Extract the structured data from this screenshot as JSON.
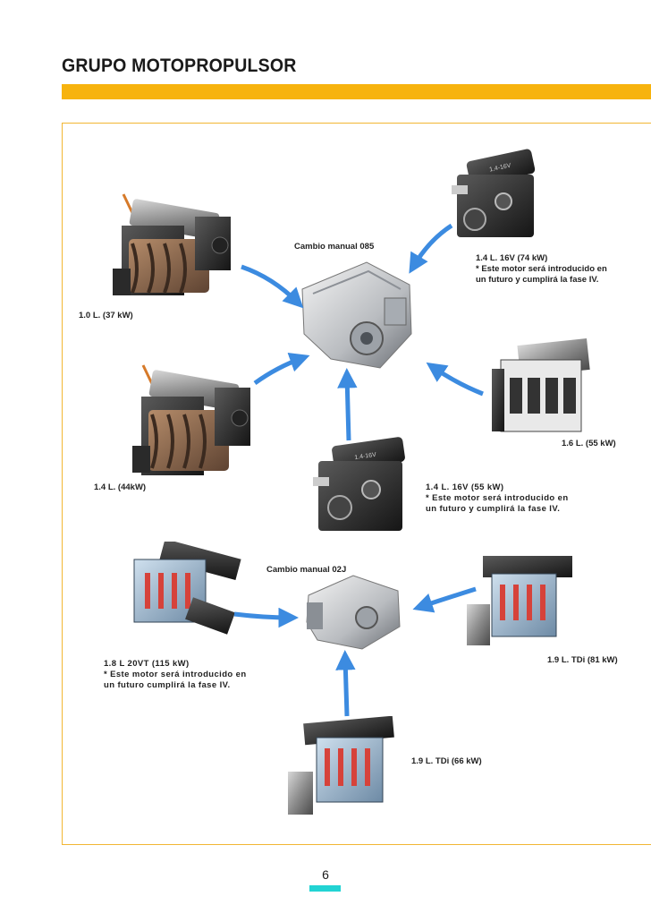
{
  "header": {
    "title": "GRUPO MOTOPROPULSOR"
  },
  "colors": {
    "accent_bar": "#f7b30e",
    "frame": "#f2b633",
    "arrow": "#3c8be0",
    "page_marker": "#22d3d3"
  },
  "upper_section": {
    "gearbox_label": "Cambio manual 085",
    "engines": {
      "e10": {
        "name": "1.0 L. (37 kW)"
      },
      "e14_44": {
        "name": "1.4 L. (44kW)"
      },
      "e14_74": {
        "name": "1.4 L. 16V (74 kW)",
        "note_line1": "* Este motor será introducido en",
        "note_line2": "un futuro y cumplirá la fase IV."
      },
      "e16": {
        "name": "1.6 L.  (55 kW)"
      },
      "e14_55": {
        "name": "1.4 L. 16V (55 kW)",
        "note_line1": "* Este motor será introducido en",
        "note_line2": "un futuro y cumplirá la fase IV."
      }
    }
  },
  "lower_section": {
    "gearbox_label": "Cambio manual 02J",
    "engines": {
      "e18": {
        "name": "1.8 L 20VT (115 kW)",
        "note_line1": "* Este motor será introducido en",
        "note_line2": "un futuro cumplirá la fase IV."
      },
      "e19_81": {
        "name": "1.9 L. TDi (81 kW)"
      },
      "e19_66": {
        "name": "1.9 L. TDi (66 kW)"
      }
    }
  },
  "footer": {
    "page_number": "6"
  }
}
